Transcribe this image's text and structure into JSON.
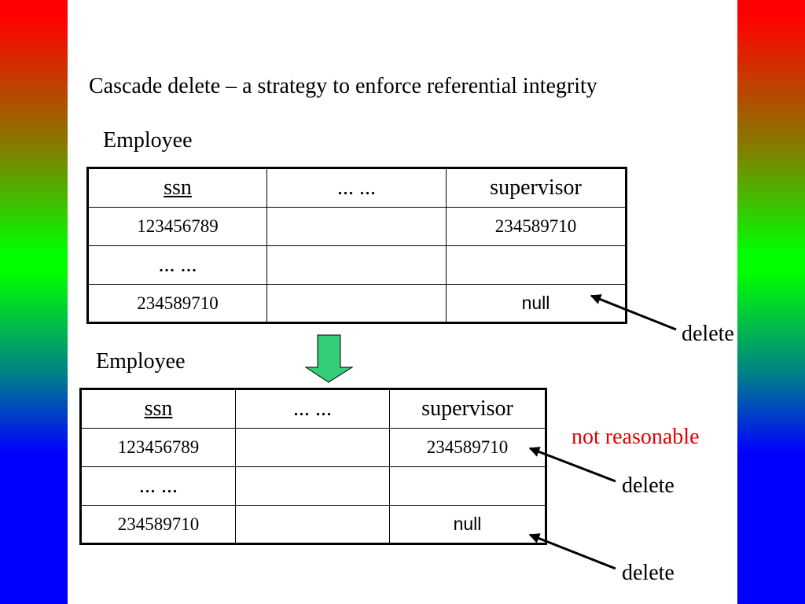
{
  "slide": {
    "title": "Cascade delete – a strategy to enforce referential integrity"
  },
  "before": {
    "label": "Employee",
    "headers": [
      "ssn",
      "... ...",
      "supervisor"
    ],
    "rows": [
      [
        "123456789",
        "",
        "234589710"
      ],
      [
        "... ...",
        "",
        ""
      ],
      [
        "234589710",
        "",
        "null"
      ]
    ],
    "note": "delete"
  },
  "after": {
    "label": "Employee",
    "headers": [
      "ssn",
      "... ...",
      "supervisor"
    ],
    "rows": [
      [
        "123456789",
        "",
        "234589710"
      ],
      [
        "... ...",
        "",
        ""
      ],
      [
        "234589710",
        "",
        "null"
      ]
    ],
    "warning": "not reasonable",
    "note_upper": "delete",
    "note_lower": "delete"
  },
  "colors": {
    "arrow_fill": "#33cc77",
    "warning": "#e00000"
  },
  "icons": {
    "down_arrow": "down-arrow-icon"
  }
}
